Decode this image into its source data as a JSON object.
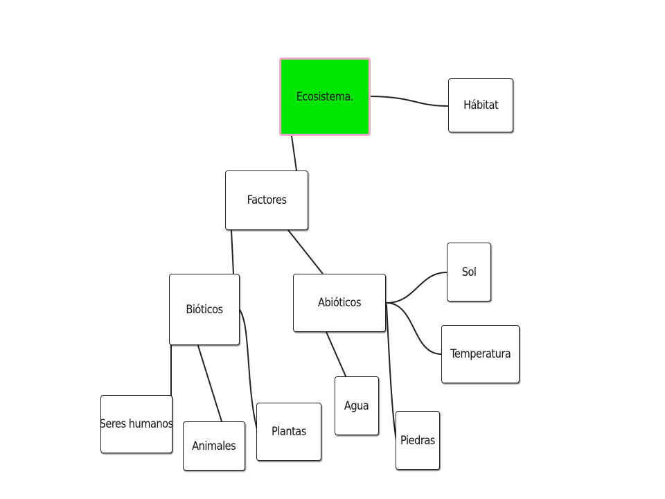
{
  "diagram": {
    "root_color": "#00e600",
    "root_border_color": "#f4a6c4",
    "nodes": [
      {
        "id": "ecosistema",
        "label": "Ecosistema."
      },
      {
        "id": "habitat",
        "label": "Hábitat"
      },
      {
        "id": "factores",
        "label": "Factores"
      },
      {
        "id": "bioticos",
        "label": "Bióticos"
      },
      {
        "id": "abioticos",
        "label": "Abióticos"
      },
      {
        "id": "sol",
        "label": "Sol"
      },
      {
        "id": "temperatura",
        "label": "Temperatura"
      },
      {
        "id": "agua",
        "label": "Agua"
      },
      {
        "id": "piedras",
        "label": "Piedras"
      },
      {
        "id": "seres-humanos",
        "label": "Seres humanos"
      },
      {
        "id": "animales",
        "label": "Animales"
      },
      {
        "id": "plantas",
        "label": "Plantas"
      }
    ],
    "edges": [
      {
        "from": "ecosistema",
        "to": "habitat"
      },
      {
        "from": "ecosistema",
        "to": "factores"
      },
      {
        "from": "factores",
        "to": "bioticos"
      },
      {
        "from": "factores",
        "to": "abioticos"
      },
      {
        "from": "abioticos",
        "to": "sol"
      },
      {
        "from": "abioticos",
        "to": "temperatura"
      },
      {
        "from": "abioticos",
        "to": "agua"
      },
      {
        "from": "abioticos",
        "to": "piedras"
      },
      {
        "from": "bioticos",
        "to": "seres-humanos"
      },
      {
        "from": "bioticos",
        "to": "animales"
      },
      {
        "from": "bioticos",
        "to": "plantas"
      }
    ]
  }
}
